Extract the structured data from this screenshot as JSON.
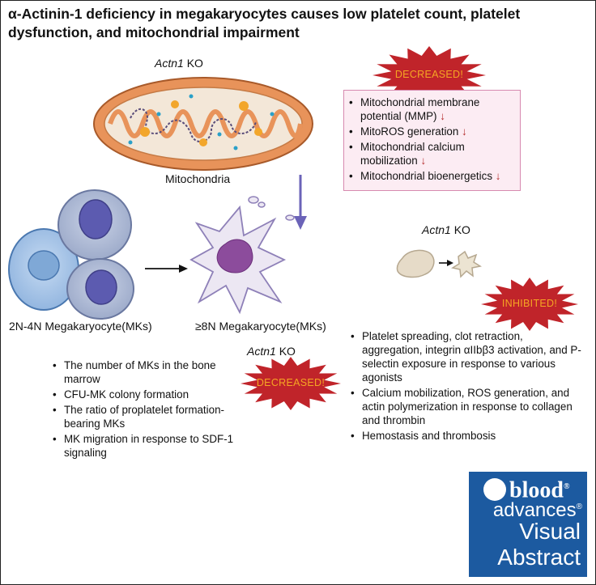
{
  "title": "α-Actinin-1 deficiency in megakaryocytes causes low platelet count, platelet dysfunction, and mitochondrial impairment",
  "ko_gene": "Actn1",
  "ko_suffix": " KO",
  "mitochondria_label": "Mitochondria",
  "mk_low_label": "2N-4N Megakaryocyte(MKs)",
  "mk_high_label": "≥8N Megakaryocyte(MKs)",
  "burst_decreased": "DECREASED!",
  "burst_inhibited": "INHIBITED!",
  "mito_effects": [
    {
      "text": "Mitochondrial membrane potential (MMP)",
      "arrow": "↓"
    },
    {
      "text": "MitoROS generation",
      "arrow": "↓"
    },
    {
      "text": "Mitochondrial calcium mobilization",
      "arrow": "↓"
    },
    {
      "text": "Mitochondrial bioenergetics",
      "arrow": "↓"
    }
  ],
  "mk_effects": [
    "The number of MKs in the bone marrow",
    "CFU-MK colony formation",
    "The ratio of proplatelet formation-bearing MKs",
    "MK migration in response to SDF-1 signaling"
  ],
  "platelet_effects": [
    "Platelet spreading, clot retraction, aggregation, integrin αIIbβ3 activation, and P-selectin exposure in response to various agonists",
    "Calcium mobilization, ROS generation, and actin polymerization in response to collagen and thrombin",
    "Hemostasis and thrombosis"
  ],
  "logo": {
    "line1": "blood",
    "line2": "advances",
    "line3": "Visual",
    "line4": "Abstract",
    "reg": "®"
  },
  "colors": {
    "burst": "#c0242a",
    "burst_text": "#f5a623",
    "logo_bg": "#1c5aa0",
    "arrow_blue": "#6b63b8",
    "down_arrow": "#b42a2a"
  }
}
